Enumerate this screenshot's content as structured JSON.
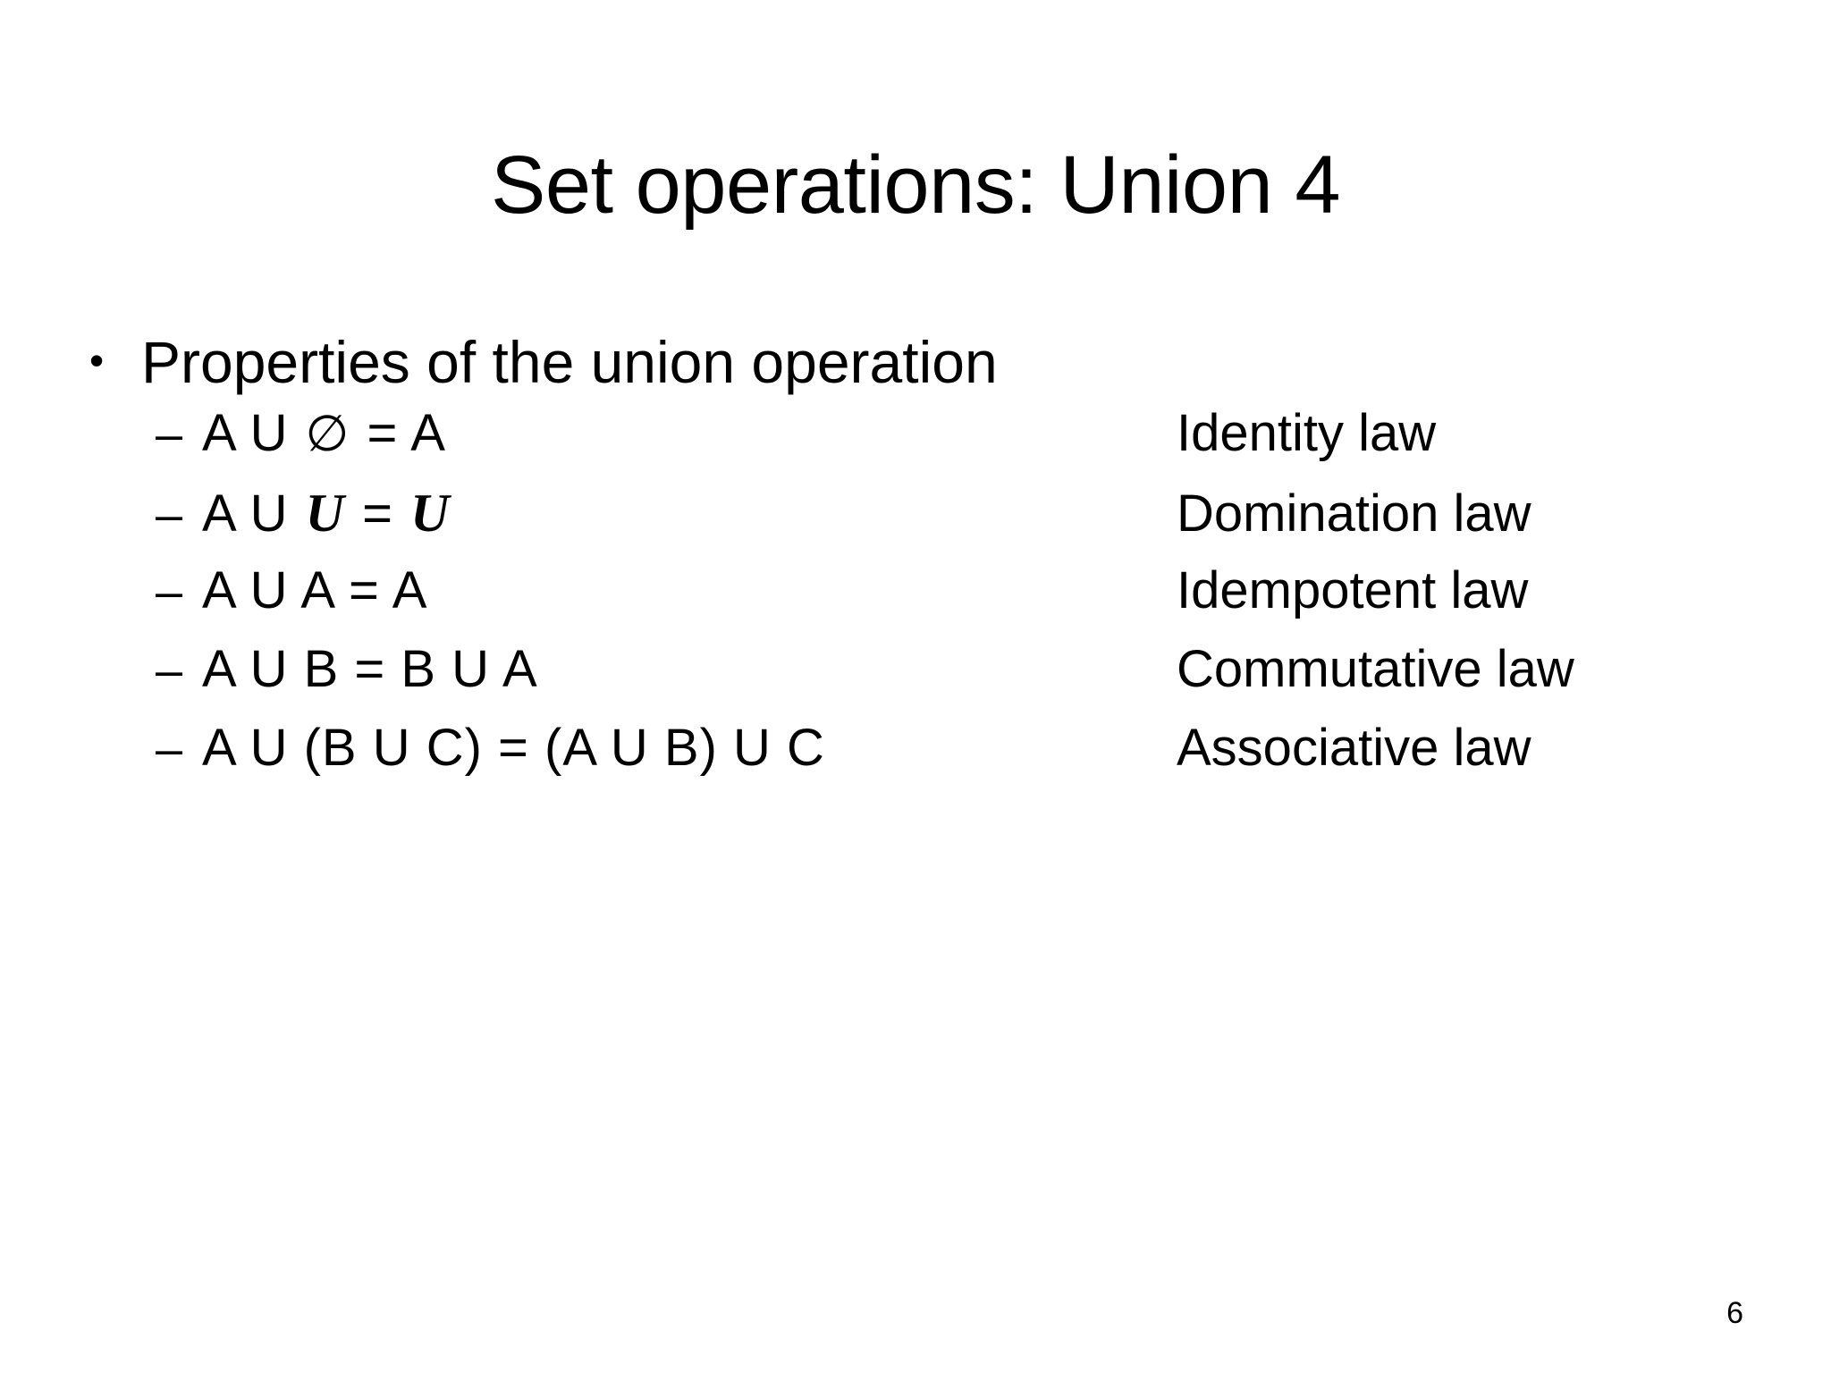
{
  "slide": {
    "title": "Set operations: Union 4",
    "page_number": "6",
    "background_color": "#ffffff",
    "text_color": "#000000"
  },
  "bullet": {
    "marker": "•",
    "text": "Properties of the union operation"
  },
  "sub_items": [
    {
      "marker": "–",
      "expr_prefix": "A U ",
      "symbol": "∅",
      "symbol_name": "empty-set",
      "expr_suffix": " = A",
      "law": "Identity law"
    },
    {
      "marker": "–",
      "expr_prefix": "A U ",
      "symbol": "U",
      "symbol_name": "universal-set",
      "expr_suffix": " = ",
      "expr_tail_symbol": "U",
      "law": "Domination law"
    },
    {
      "marker": "–",
      "expr": "A U A = A",
      "law": "Idempotent law"
    },
    {
      "marker": "–",
      "expr": "A U B = B U A",
      "law": "Commutative law"
    },
    {
      "marker": "–",
      "expr": "A U (B U C) = (A U B) U C",
      "law": "Associative law"
    }
  ]
}
